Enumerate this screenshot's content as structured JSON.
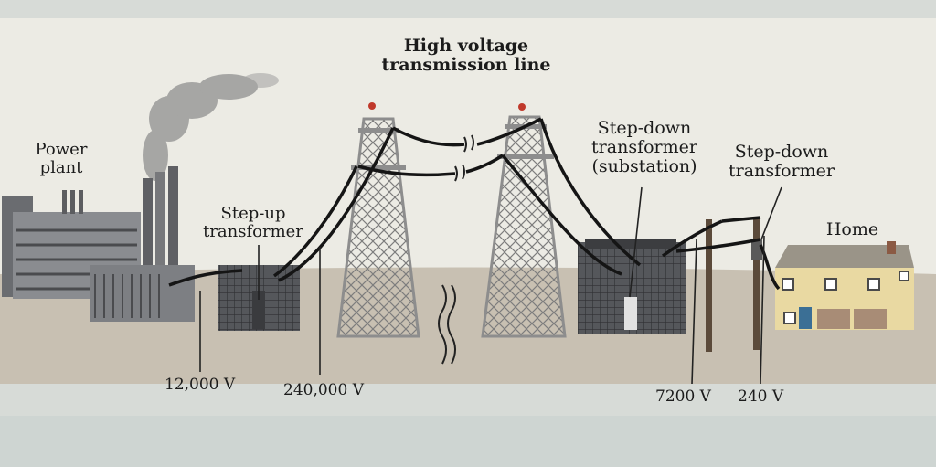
{
  "labels": {
    "power_plant": [
      "Power",
      "plant"
    ],
    "step_up": [
      "Step-up",
      "transformer"
    ],
    "high_voltage": [
      "High voltage",
      "transmission line"
    ],
    "step_down_substation": [
      "Step-down",
      "transformer",
      "(substation)"
    ],
    "step_down": [
      "Step-down",
      "transformer"
    ],
    "home": "Home"
  },
  "voltages": {
    "plant": "12,000 V",
    "transmission": "240,000 V",
    "distribution": "7200 V",
    "household": "240 V"
  },
  "colors": {
    "background": "#d9dcd8",
    "ground": "#c7bfb1",
    "tower": "#9a9a9a",
    "transformer": "#4e5054",
    "house_wall": "#e9d9a2",
    "house_roof": "#9a9488"
  }
}
